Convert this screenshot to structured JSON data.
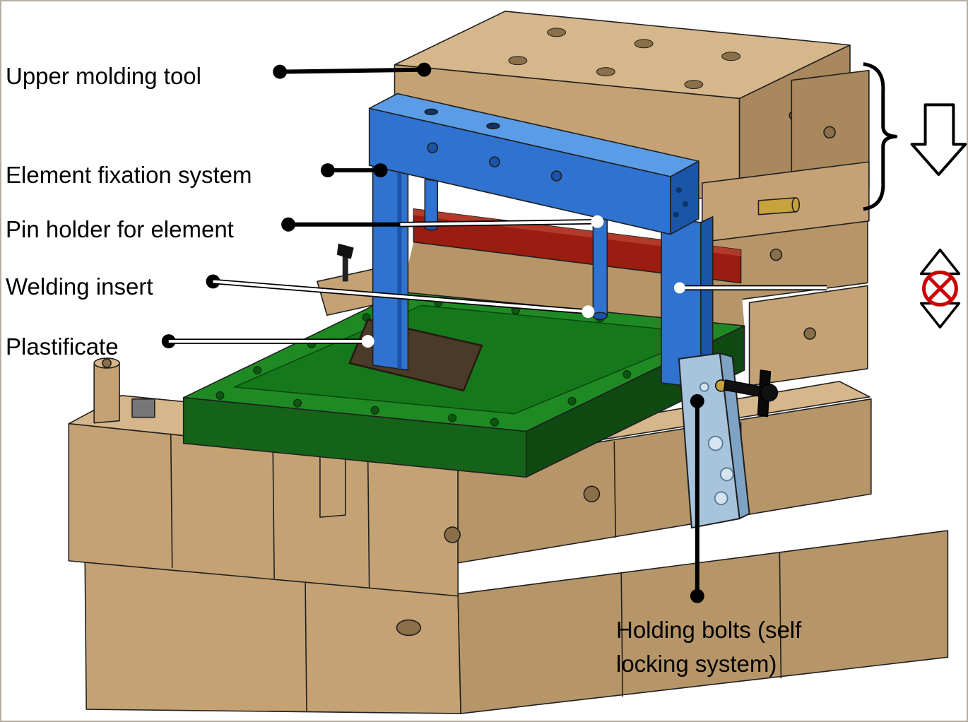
{
  "labels": {
    "upper_molding_tool": "Upper molding tool",
    "element_fixation_system": "Element fixation system",
    "pin_holder": "Pin holder for element",
    "welding_insert": "Welding insert",
    "plastificate": "Plastificate",
    "holding_bolts": "Holding bolts (self locking system)"
  },
  "icons": {
    "down_arrow": "press-direction-down-arrow",
    "brace": "upper-tool-group-brace",
    "no_vertical_movement": "fixed-lower-tool-no-vertical-movement-icon"
  },
  "colors": {
    "tan-top": "#d6b68b",
    "tan-front": "#c4a274",
    "tan-front2": "#b69569",
    "tan-side": "#a8885c",
    "tan-dark": "#8a6f48",
    "blue-top": "#5b9ce6",
    "blue-front": "#2f72cf",
    "blue-side": "#1a55a8",
    "blue-deep": "#0d3464",
    "red-front": "#9b1c10",
    "red-top": "#b23a2a",
    "green-top": "#1f8a24",
    "green-inner": "#15791b",
    "green-front": "#156319",
    "green-side": "#0e4a12",
    "green-screw": "#0d5511",
    "brown-plastificate": "#4b3a28",
    "steel-blue": "#a8c4dd",
    "steel-blue-dark": "#7fa3c4",
    "steel-hole": "#d6e4f0",
    "brass": "#c7a23d",
    "edge": "#1f1f1f",
    "no-move-red": "#cc0000"
  }
}
